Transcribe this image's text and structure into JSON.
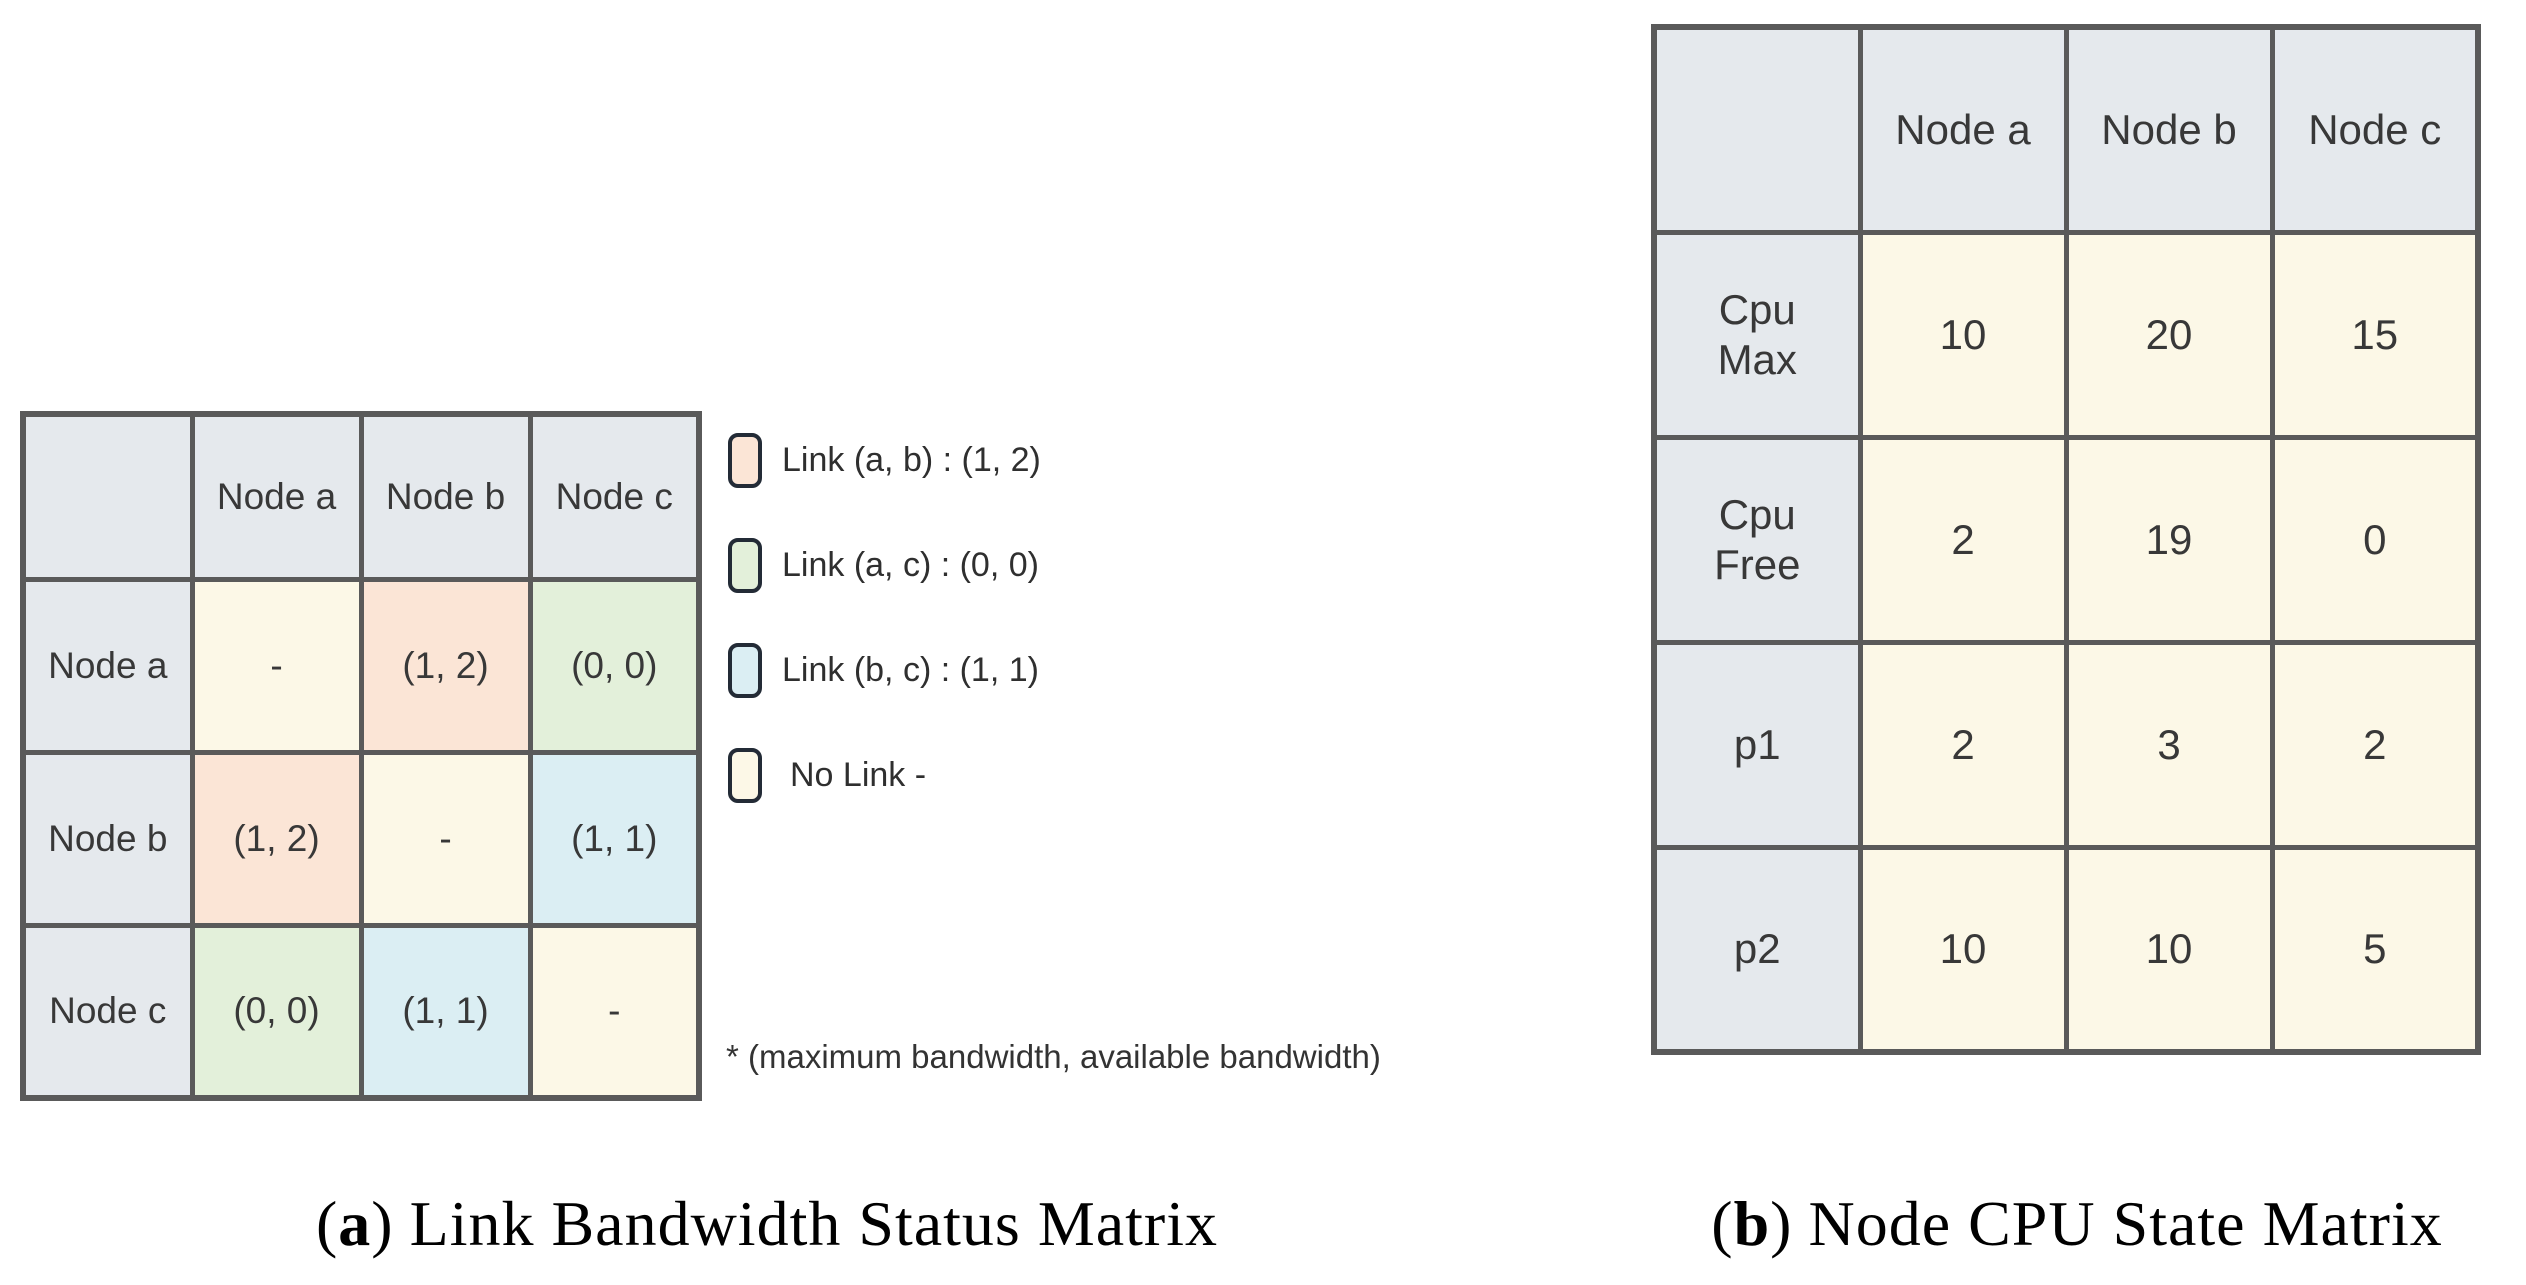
{
  "colors": {
    "page_bg": "#FFFFFF",
    "header_bg": "#E5E9ED",
    "no_link_bg": "#FCF8E7",
    "link_ab_bg": "#FBE5D6",
    "link_ac_bg": "#E3F0DA",
    "link_bc_bg": "#DBEEF3",
    "grid_border": "#5A5A5A",
    "swatch_border": "#232B36",
    "table_text": "#383838",
    "caption_text": "#000000"
  },
  "matrix_a": {
    "corner": "",
    "col_headers": [
      "Node a",
      "Node b",
      "Node c"
    ],
    "rows": [
      {
        "header": "Node a",
        "cells": [
          {
            "text": "-",
            "color": "no-link"
          },
          {
            "text": "(1, 2)",
            "color": "link-ab"
          },
          {
            "text": "(0, 0)",
            "color": "link-ac"
          }
        ]
      },
      {
        "header": "Node b",
        "cells": [
          {
            "text": "(1, 2)",
            "color": "link-ab"
          },
          {
            "text": "-",
            "color": "no-link"
          },
          {
            "text": "(1, 1)",
            "color": "link-bc"
          }
        ]
      },
      {
        "header": "Node c",
        "cells": [
          {
            "text": "(0, 0)",
            "color": "link-ac"
          },
          {
            "text": "(1, 1)",
            "color": "link-bc"
          },
          {
            "text": "-",
            "color": "no-link"
          }
        ]
      }
    ]
  },
  "legend": {
    "items": [
      {
        "label": "Link (a, b) : (1, 2)",
        "color": "link-ab"
      },
      {
        "label": "Link (a, c) : (0, 0)",
        "color": "link-ac"
      },
      {
        "label": "Link (b, c) : (1, 1)",
        "color": "link-bc"
      },
      {
        "label": "No Link -",
        "color": "no-link"
      }
    ],
    "footnote": "* (maximum bandwidth, available bandwidth)"
  },
  "matrix_b": {
    "corner": "",
    "col_headers": [
      "Node a",
      "Node b",
      "Node c"
    ],
    "rows": [
      {
        "header": "Cpu\nMax",
        "values": [
          "10",
          "20",
          "15"
        ]
      },
      {
        "header": "Cpu\nFree",
        "values": [
          "2",
          "19",
          "0"
        ]
      },
      {
        "header": "p1",
        "values": [
          "2",
          "3",
          "2"
        ]
      },
      {
        "header": "p2",
        "values": [
          "10",
          "10",
          "5"
        ]
      }
    ]
  },
  "captions": {
    "a": {
      "open": "(",
      "letter": "a",
      "close": ")",
      "text": "Link Bandwidth Status Matrix"
    },
    "b": {
      "open": "(",
      "letter": "b",
      "close": ")",
      "text": "Node CPU State Matrix"
    }
  }
}
